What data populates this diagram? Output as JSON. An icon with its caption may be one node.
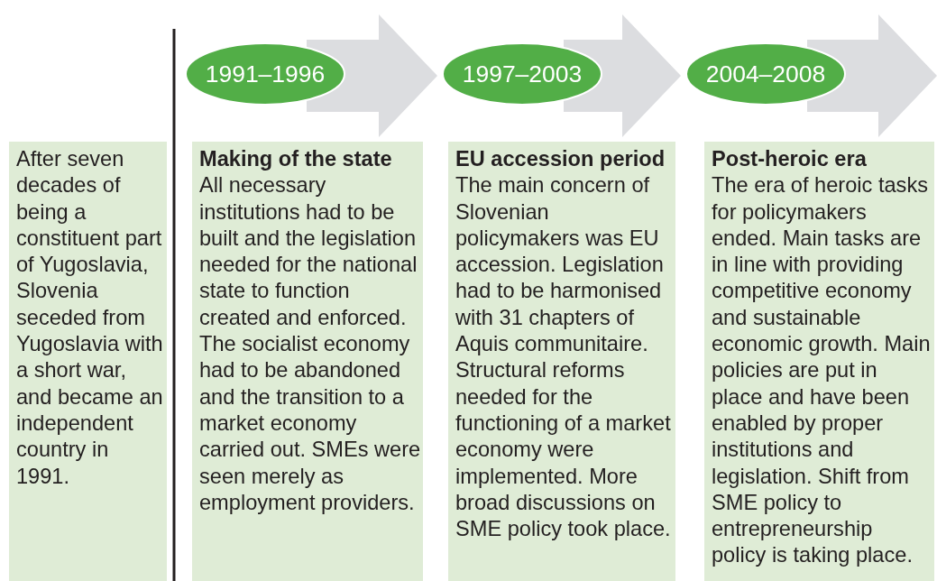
{
  "diagram": {
    "nodes": [
      {
        "text": [
          "1991–1996"
        ]
      },
      {
        "text": [
          "1997–2003"
        ]
      },
      {
        "text": [
          "2004–2008"
        ]
      },
      {
        "text": [
          "After seven decades of being a constituent part of Yugoslavia, Slovenia seceded from Yugoslavia with a short war, and became an independent country in 1991."
        ]
      },
      {
        "text": [
          "Making of the state",
          "All necessary institutions had to be built and the legislation needed for the national state to function created and enforced. The socialist economy had to be abandoned and the transition to a market economy carried out. SMEs were seen merely as employment providers."
        ]
      },
      {
        "text": [
          "EU accession period",
          "The main concern of Slovenian policymakers was EU accession. Legislation had to be harmonised with 31 chapters of Aquis communitaire. Structural reforms needed for the functioning of a market economy were implemented. More broad discussions on SME policy took place."
        ]
      },
      {
        "text": [
          "Post-heroic era",
          "The era of heroic tasks for policymakers ended. Main tasks are in line with providing competitive economy and sustainable economic growth. Main policies are put in place and have been enabled by proper institutions and legislation. Shift from SME policy to entrepreneurship policy is taking place."
        ]
      }
    ],
    "edges": [
      {
        "from": 0,
        "to": 1,
        "arrow": "to"
      },
      {
        "from": 1,
        "to": 2,
        "arrow": "to"
      },
      {
        "from": 2,
        "to": null,
        "arrow": "to"
      }
    ]
  }
}
